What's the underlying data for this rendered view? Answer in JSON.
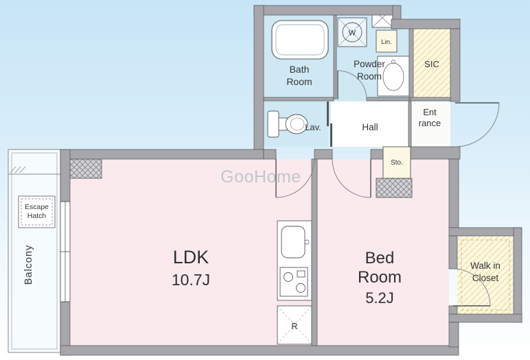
{
  "watermark": "GooHome",
  "rooms": {
    "bath": {
      "line1": "Bath",
      "line2": "Room"
    },
    "powder": {
      "line1": "Powder",
      "line2": "Room"
    },
    "sic": "SIC",
    "entrance": {
      "line1": "Ent",
      "line2": "rance"
    },
    "lav": "Lav.",
    "hall": "Hall",
    "lin": "Lin.",
    "sto": "Sto.",
    "ldk": {
      "name": "LDK",
      "size": "10.7J"
    },
    "bedroom": {
      "line1": "Bed",
      "line2": "Room",
      "size": "5.2J"
    },
    "wic": {
      "line1": "Walk in",
      "line2": "Closet"
    },
    "balcony": "Balcony",
    "escape_hatch": {
      "line1": "Escape",
      "line2": "Hatch"
    }
  },
  "fixtures": {
    "washer_label": "W",
    "refrigerator_label": "R"
  },
  "colors": {
    "wall": "#a7a7ab",
    "room": "#faeaee",
    "wet_area": "#cfe8f3",
    "closet": "#fcf8e3",
    "sky_top": "#c7e5f6"
  }
}
